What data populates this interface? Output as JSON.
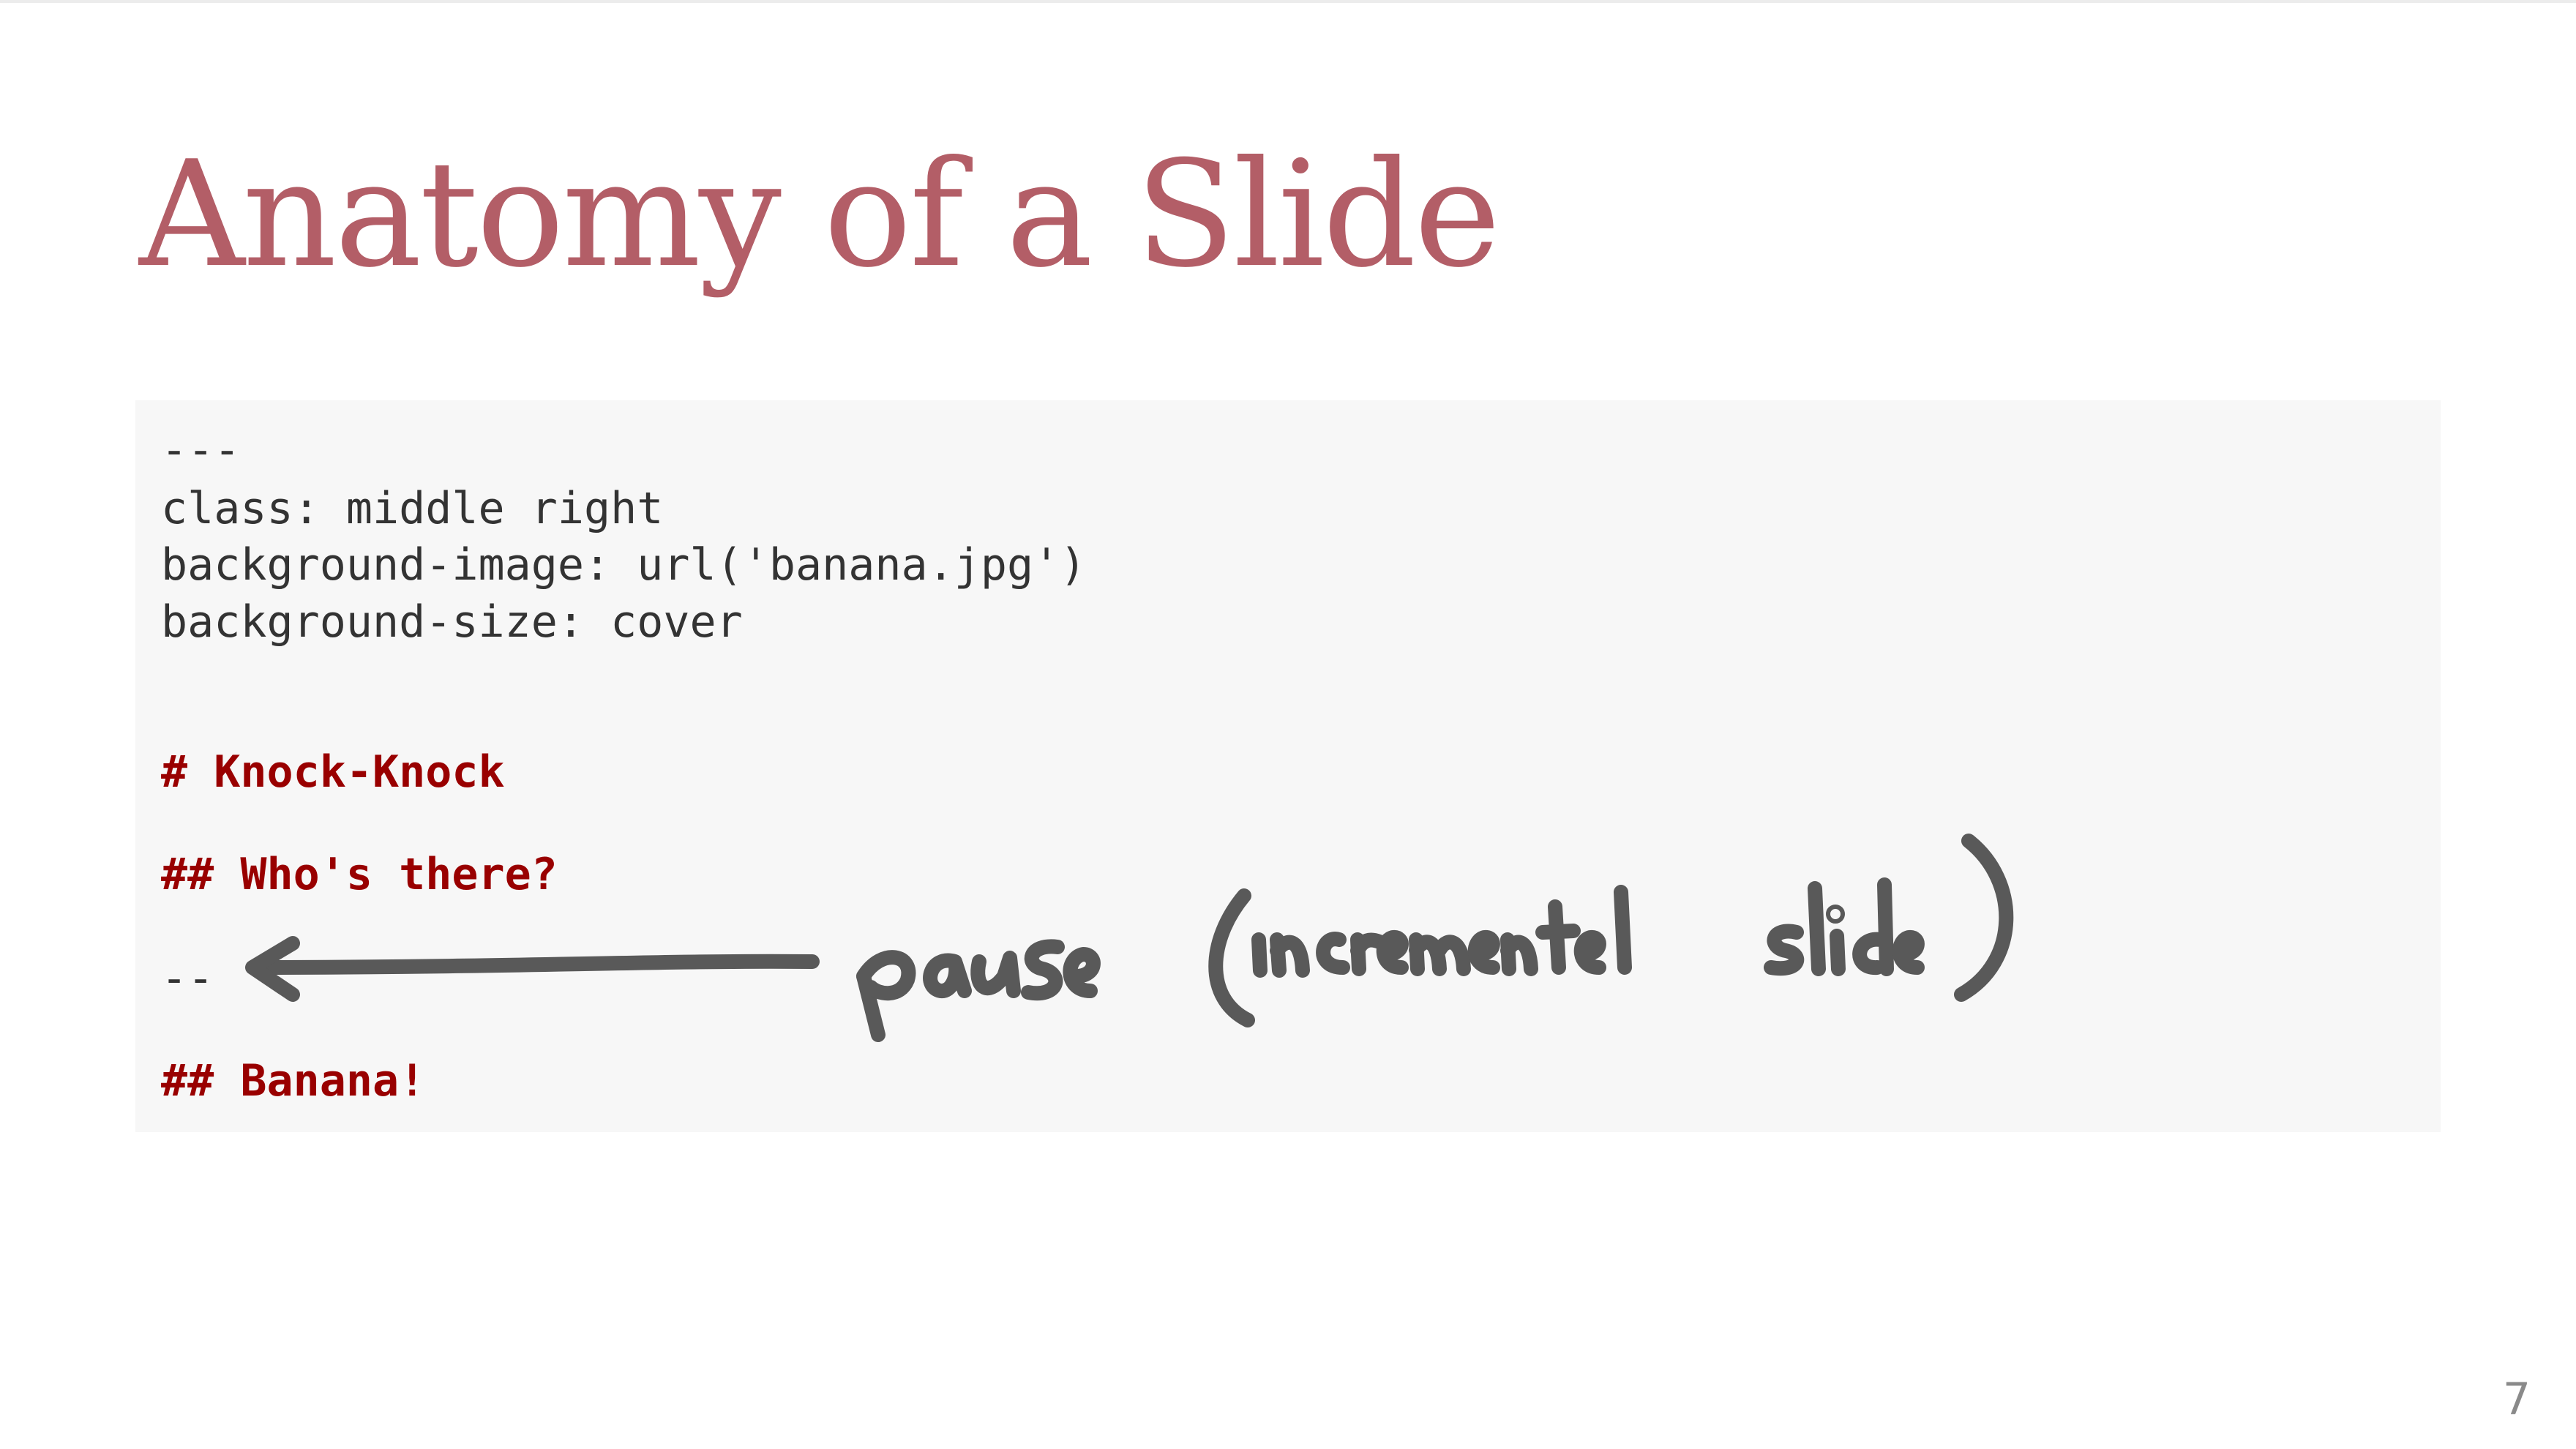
{
  "slide": {
    "title": "Anatomy of a Slide",
    "page_number": "7"
  },
  "code": {
    "lines": [
      "---",
      "class: middle right",
      "background-image: url('banana.jpg')",
      "background-size: cover",
      "# Knock-Knock",
      "## Who's there?",
      "--",
      "## Banana!"
    ]
  },
  "annotation": {
    "label": "pause (incremental slide)",
    "stroke_color": "#595959"
  },
  "colors": {
    "title": "#b35e67",
    "heading_code": "#990000",
    "code_text": "#333333",
    "code_background": "#f7f7f7"
  }
}
